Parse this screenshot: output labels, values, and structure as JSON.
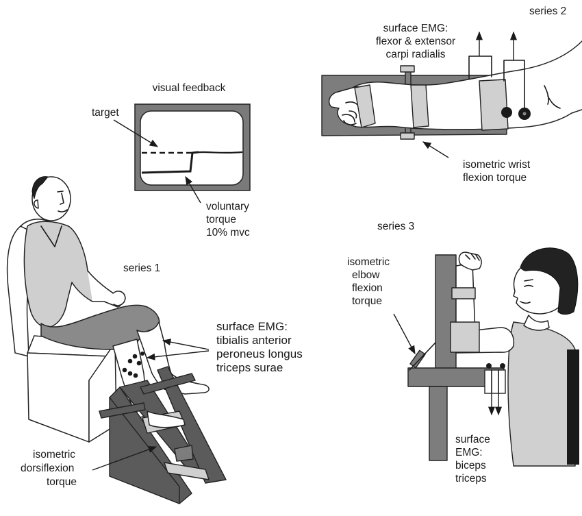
{
  "labels": {
    "series2": "series 2",
    "emg_forearm": [
      "surface EMG:",
      "flexor & extensor",
      "carpi radialis"
    ],
    "visual_feedback": "visual feedback",
    "target": "target",
    "voluntary_torque": [
      "voluntary",
      "torque",
      "10% mvc"
    ],
    "wrist_torque": [
      "isometric wrist",
      "flexion torque"
    ],
    "series3": "series 3",
    "series1": "series 1",
    "elbow_torque": [
      "isometric",
      "elbow",
      "flexion",
      "torque"
    ],
    "emg_leg": [
      "surface EMG:",
      "tibialis anterior",
      "peroneus longus",
      "triceps surae"
    ],
    "dorsiflexion_torque": [
      "isometric",
      "dorsiflexion",
      "torque"
    ],
    "emg_arm": [
      "surface",
      "EMG:",
      "biceps",
      "triceps"
    ]
  },
  "colors": {
    "dark_gray": "#5b5b5b",
    "mid_gray": "#7d7d7d",
    "light_gray": "#d0d0d0",
    "line": "#1a1a1a"
  }
}
